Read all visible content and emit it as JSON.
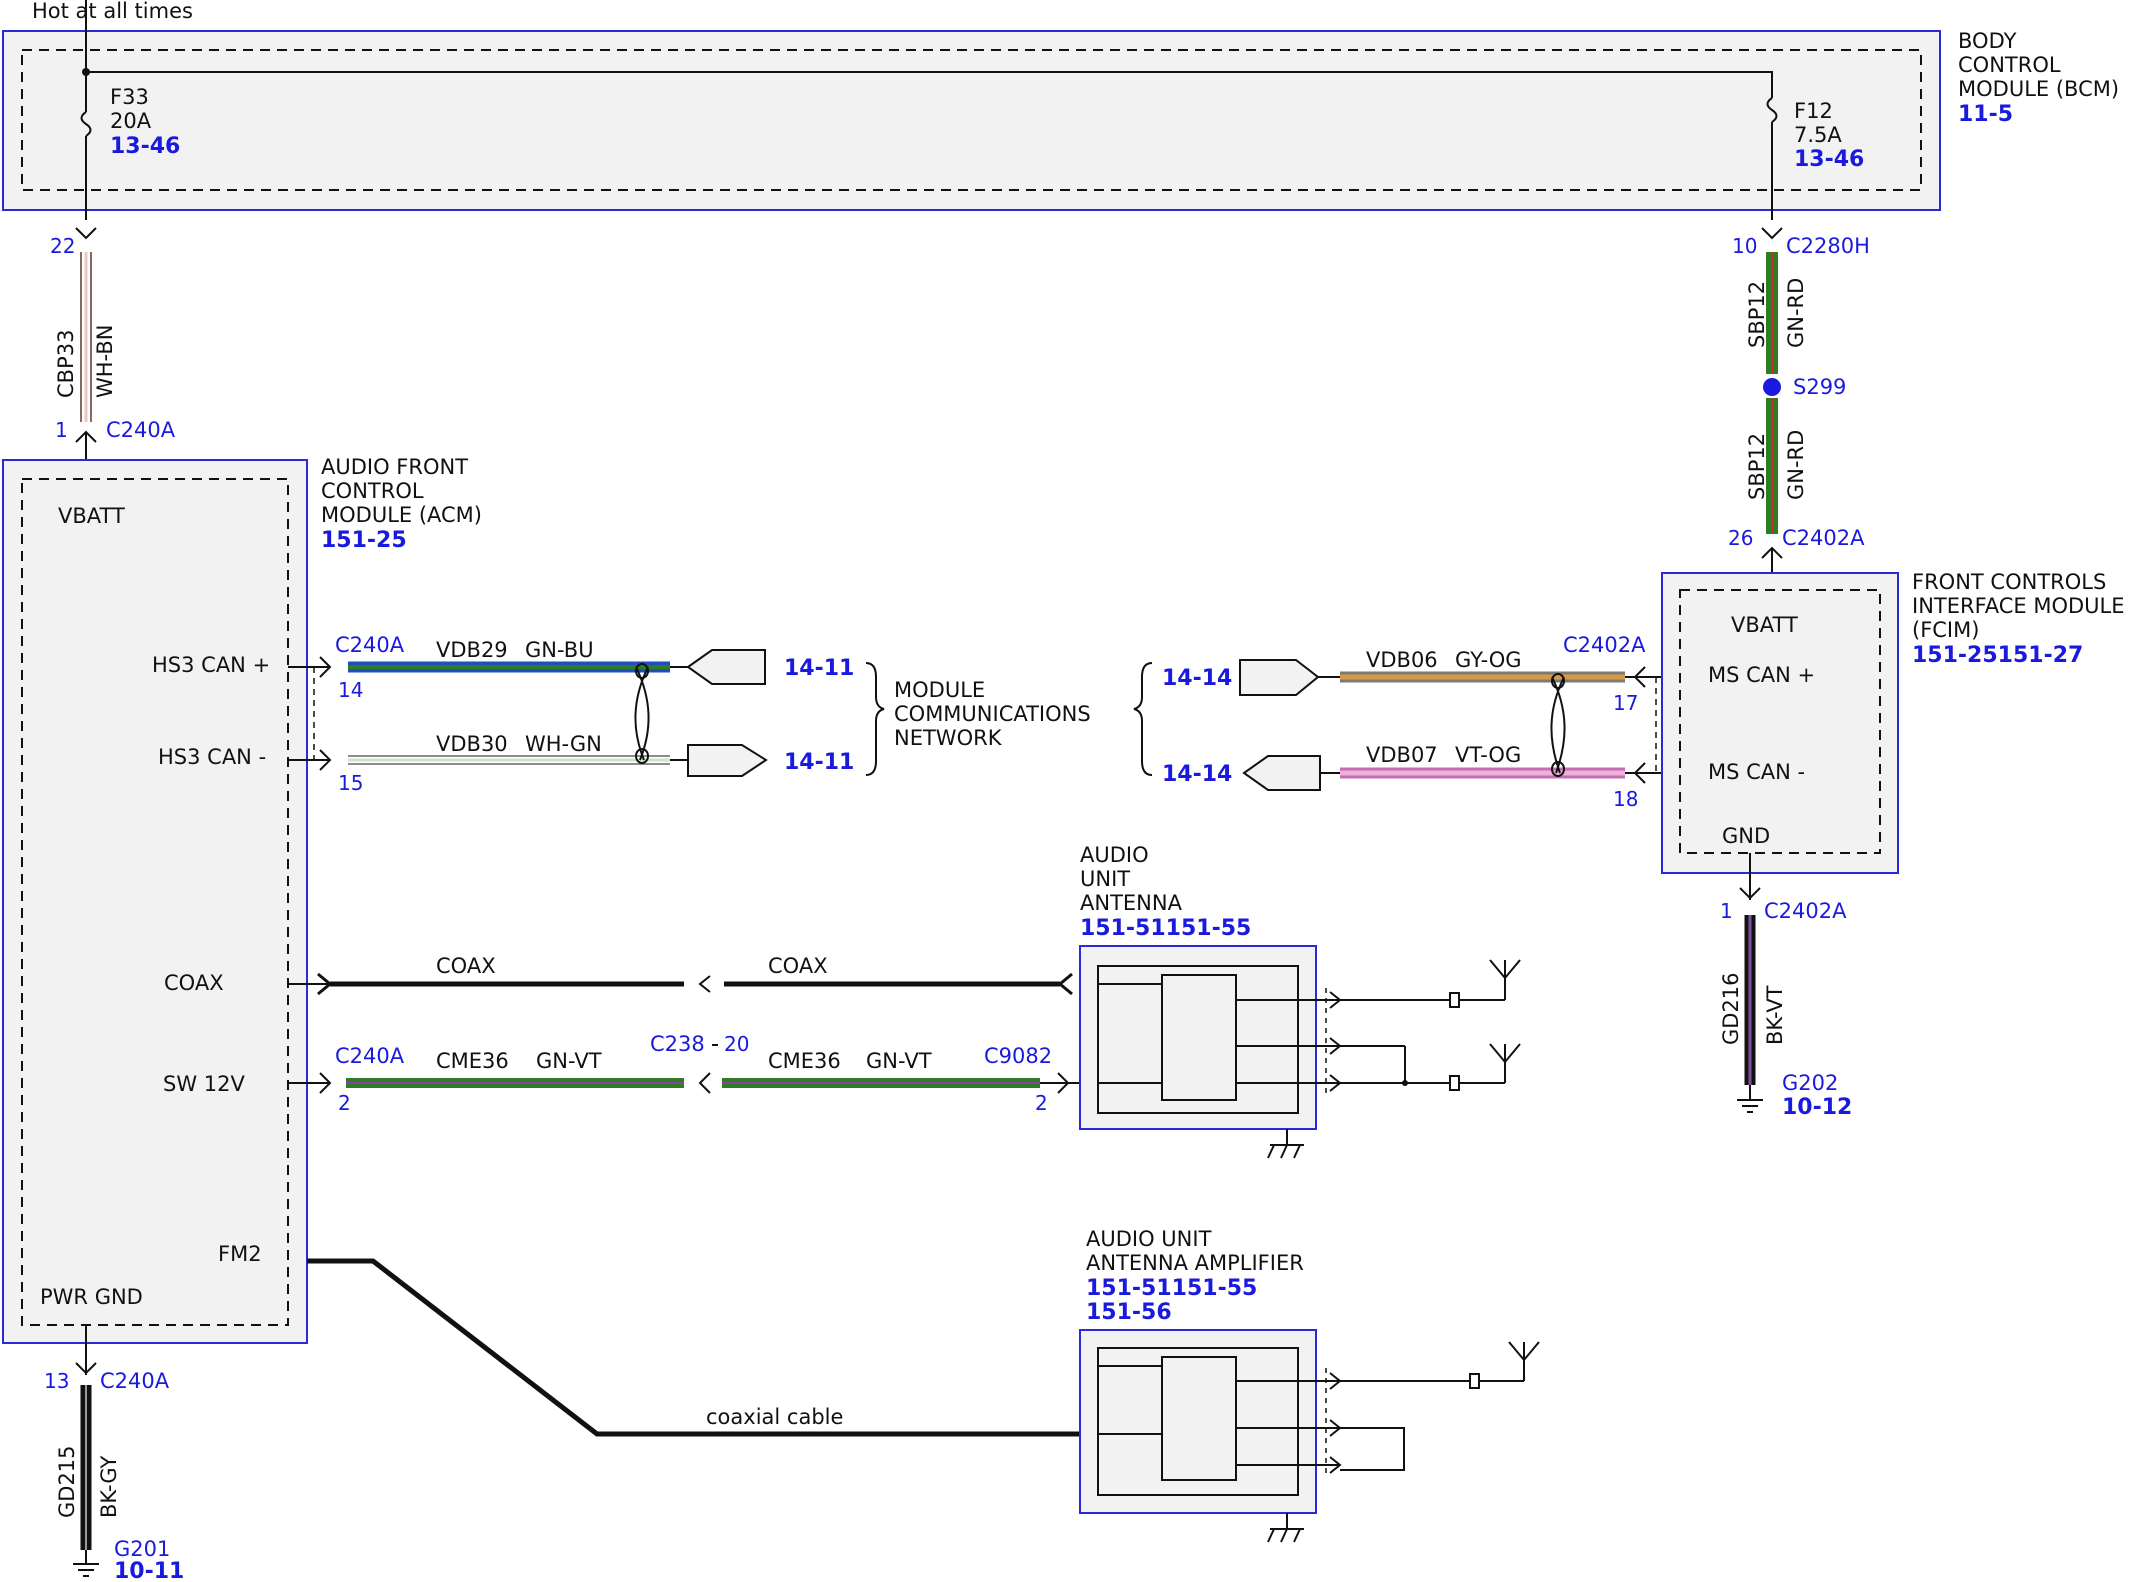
{
  "colors": {
    "connector_blue": "#1a1adf",
    "module_fill": "#f2f2f2",
    "module_border": "#2a2ad8",
    "wire_green": "#2e7d20",
    "wire_gn_bu": "#1f7a6a",
    "wire_gy_og": "#c8a070",
    "wire_vt_og": "#e89ccc"
  },
  "supply": {
    "hot_label": "Hot at all times"
  },
  "bcm": {
    "title_lines": [
      "BODY",
      "CONTROL",
      "MODULE (BCM)"
    ],
    "ref": "11-5",
    "fuses": [
      {
        "name": "F33",
        "rating": "20A",
        "ref": "13-46"
      },
      {
        "name": "F12",
        "rating": "7.5A",
        "ref": "13-46"
      }
    ]
  },
  "left_feed": {
    "top_pin": "22",
    "circuit": "CBP33",
    "color": "WH-BN",
    "bottom_pin": "1",
    "connector": "C240A"
  },
  "right_feed": {
    "top_pin": "10",
    "top_connector": "C2280H",
    "circuit_a": "SBP12",
    "color_a": "GN-RD",
    "splice": "S299",
    "circuit_b": "SBP12",
    "color_b": "GN-RD",
    "bottom_pin": "26",
    "connector": "C2402A"
  },
  "acm": {
    "title_lines": [
      "AUDIO FRONT",
      "CONTROL",
      "MODULE (ACM)"
    ],
    "ref": "151-25",
    "terminals": {
      "vbatt": "VBATT",
      "can_plus": "HS3 CAN +",
      "can_minus": "HS3 CAN -",
      "coax": "COAX",
      "sw12": "SW 12V",
      "fm2": "FM2",
      "pwr_gnd": "PWR GND"
    }
  },
  "hs3_can": {
    "connector": "C240A",
    "plus": {
      "pin": "14",
      "circuit": "VDB29",
      "color": "GN-BU",
      "ref": "14-11"
    },
    "minus": {
      "pin": "15",
      "circuit": "VDB30",
      "color": "WH-GN",
      "ref": "14-11"
    }
  },
  "network_label_lines": [
    "MODULE",
    "COMMUNICATIONS",
    "NETWORK"
  ],
  "ms_can": {
    "connector": "C2402A",
    "plus": {
      "pin": "17",
      "circuit": "VDB06",
      "color": "GY-OG",
      "ref": "14-14"
    },
    "minus": {
      "pin": "18",
      "circuit": "VDB07",
      "color": "VT-OG",
      "ref": "14-14"
    }
  },
  "fcim": {
    "title_lines": [
      "FRONT CONTROLS",
      "INTERFACE MODULE",
      "(FCIM)"
    ],
    "ref": "151-25151-27",
    "terminals": {
      "vbatt": "VBATT",
      "ms_plus": "MS CAN +",
      "ms_minus": "MS CAN -",
      "gnd": "GND"
    }
  },
  "fcim_ground": {
    "pin": "1",
    "connector": "C2402A",
    "circuit": "GD216",
    "color": "BK-VT",
    "ground": "G202",
    "ref": "10-12"
  },
  "coax_run": {
    "label_left": "COAX",
    "label_right": "COAX"
  },
  "sw12_run": {
    "left_connector": "C240A",
    "left_pin": "2",
    "circuit_left": "CME36",
    "color_left": "GN-VT",
    "mid_connector": "C238",
    "mid_pin": "20",
    "circuit_right": "CME36",
    "color_right": "GN-VT",
    "right_connector": "C9082",
    "right_pin": "2"
  },
  "antenna": {
    "title_lines": [
      "AUDIO",
      "UNIT",
      "ANTENNA"
    ],
    "ref": "151-51151-55"
  },
  "amplifier": {
    "title_lines": [
      "AUDIO UNIT",
      "ANTENNA AMPLIFIER"
    ],
    "refs": [
      "151-51151-55",
      "151-56"
    ],
    "cable_label": "coaxial cable"
  },
  "acm_ground": {
    "pin": "13",
    "connector": "C240A",
    "circuit": "GD215",
    "color": "BK-GY",
    "ground": "G201",
    "ref": "10-11"
  }
}
